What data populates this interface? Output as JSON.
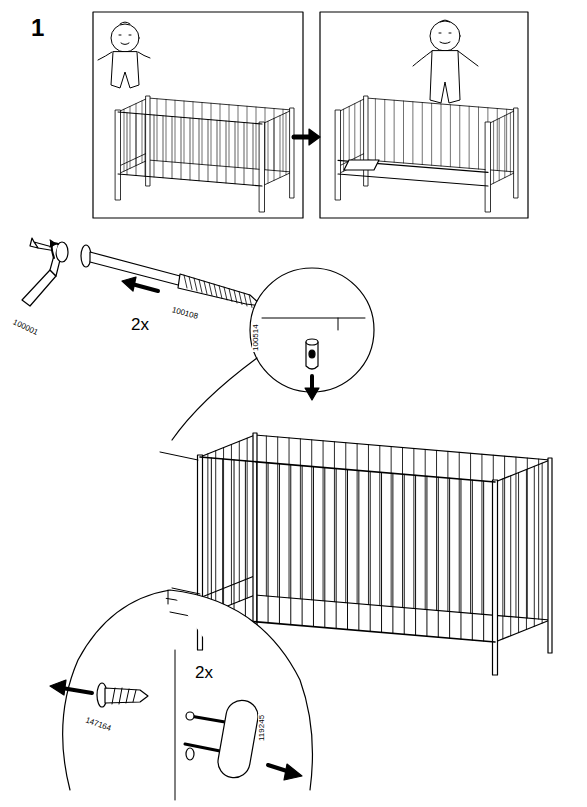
{
  "diagram": {
    "labels": [
      "1",
      "100001",
      "2x",
      "100108",
      "100514",
      "2x",
      "147164",
      "119245"
    ]
  }
}
